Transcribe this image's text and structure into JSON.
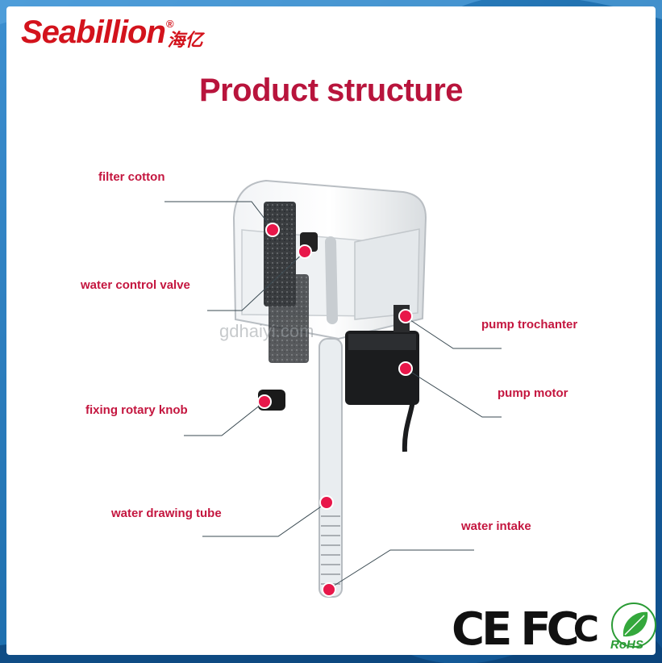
{
  "brand": {
    "name": "Seabillion",
    "registered": "®",
    "chinese": "海亿"
  },
  "title": "Product structure",
  "labels": {
    "filter_cotton": "filter cotton",
    "water_control_valve": "water control valve",
    "pump_trochanter": "pump trochanter",
    "pump_motor": "pump motor",
    "fixing_rotary_knob": "fixing rotary knob",
    "water_drawing_tube": "water drawing tube",
    "water_intake": "water intake"
  },
  "watermark": "gdhaiyi.com",
  "certifications": {
    "ce": "CE",
    "fcc": "FC",
    "rohs": "RoHS"
  },
  "colors": {
    "brand_red": "#d3131c",
    "label_red": "#c4163f",
    "marker_red": "#e8174a",
    "water_blue": "#1e6fae"
  }
}
